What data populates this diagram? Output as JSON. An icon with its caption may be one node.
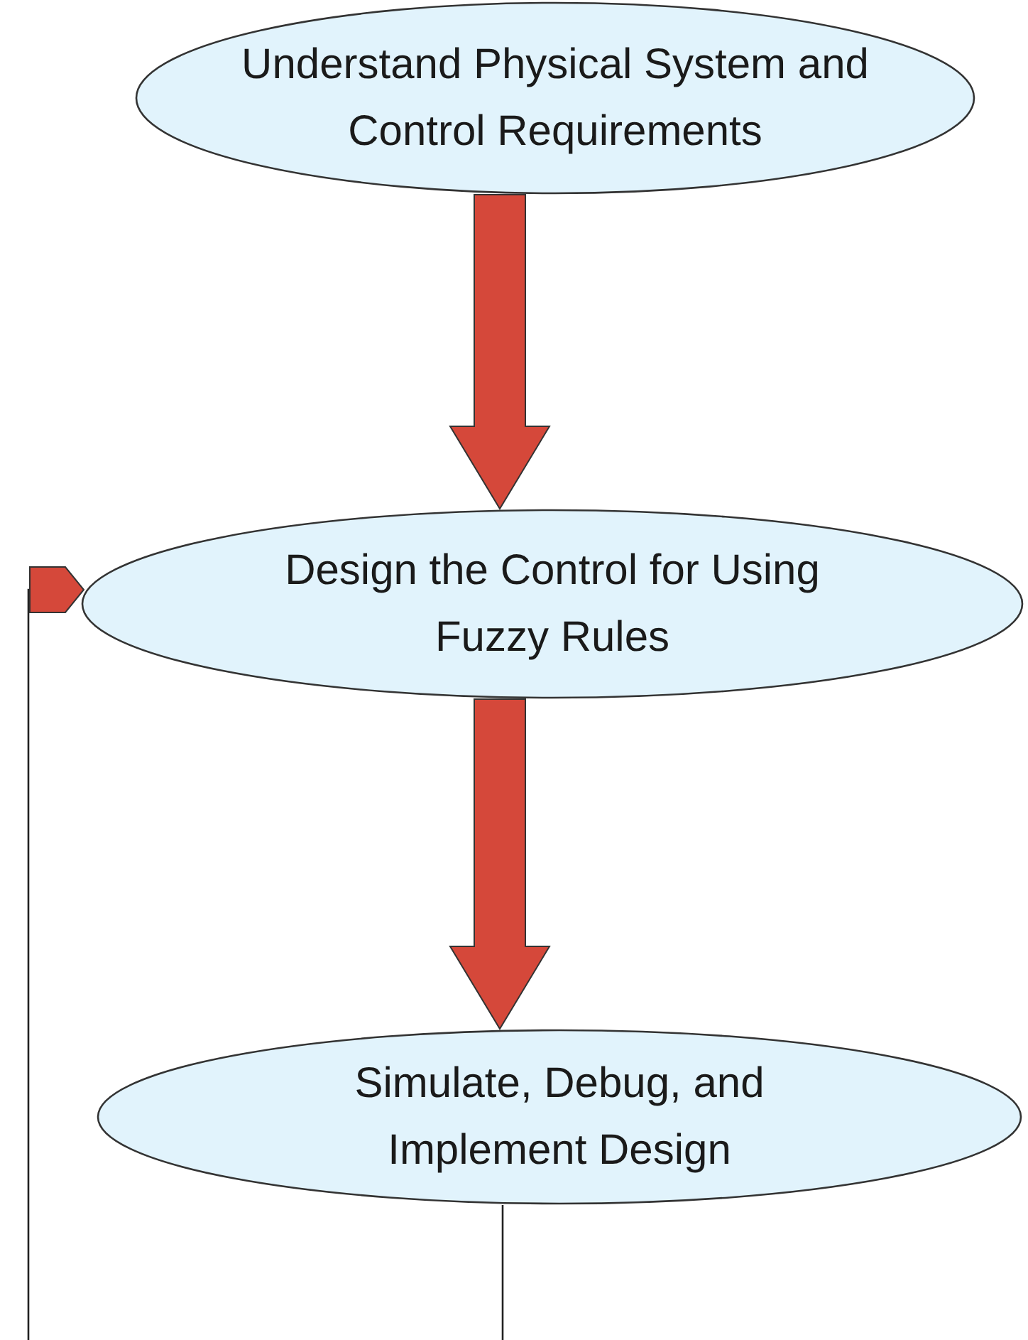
{
  "diagram": {
    "nodes": [
      {
        "text": [
          "Understand Physical System and Control Requirements"
        ]
      },
      {
        "text": [
          "Design the Control for Using Fuzzy Rules"
        ]
      },
      {
        "text": [
          "Simulate, Debug, and Implement Design"
        ]
      }
    ],
    "edges": [
      {
        "from": 0,
        "to": 1,
        "arrow": "to",
        "style": "thick",
        "color": "#d5483a"
      },
      {
        "from": 1,
        "to": 2,
        "arrow": "to",
        "style": "thick",
        "color": "#d5483a"
      },
      {
        "from": 2,
        "to": null,
        "arrow": "none"
      },
      {
        "from": null,
        "to": 1,
        "arrow": "to"
      }
    ]
  }
}
